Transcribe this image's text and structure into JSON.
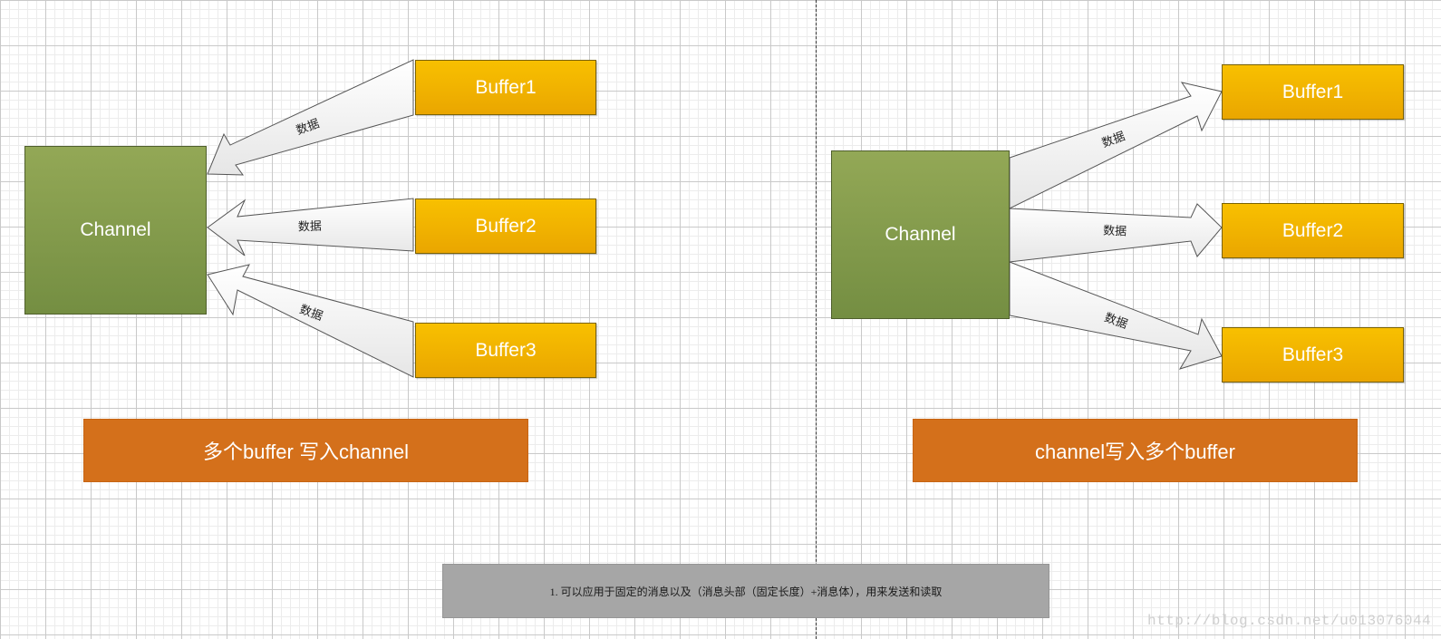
{
  "left_panel": {
    "channel_label": "Channel",
    "buffers": [
      "Buffer1",
      "Buffer2",
      "Buffer3"
    ],
    "arrow_labels": [
      "数据",
      "数据",
      "数据"
    ],
    "caption": "多个buffer 写入channel"
  },
  "right_panel": {
    "channel_label": "Channel",
    "buffers": [
      "Buffer1",
      "Buffer2",
      "Buffer3"
    ],
    "arrow_labels": [
      "数据",
      "数据",
      "数据"
    ],
    "caption": "channel写入多个buffer"
  },
  "note": "1. 可以应用于固定的消息以及（消息头部（固定长度）+消息体），用来发送和读取",
  "watermark": "http://blog.csdn.net/u013076044",
  "colors": {
    "channel": "#7f9a4a",
    "buffer": "#f2b400",
    "caption": "#d4701b",
    "note": "#a6a6a6",
    "arrow_fill": "#fafafa",
    "arrow_stroke": "#555555"
  }
}
